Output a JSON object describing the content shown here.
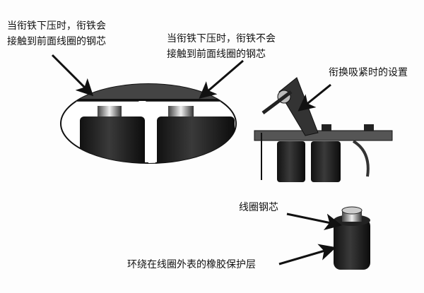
{
  "labels": {
    "armature_touch": [
      "当衔铁下压时，衔铁会",
      "接触到前面线圈的钢芯"
    ],
    "armature_no_touch": [
      "当衔铁下压时，衔铁不会",
      "接触到前面线圈的钢芯"
    ],
    "armature_closed": "衔换吸紧时的设置",
    "coil_core": "线圈钢芯",
    "rubber_cover": "环绕在线圈外表的橡胶保护层"
  }
}
